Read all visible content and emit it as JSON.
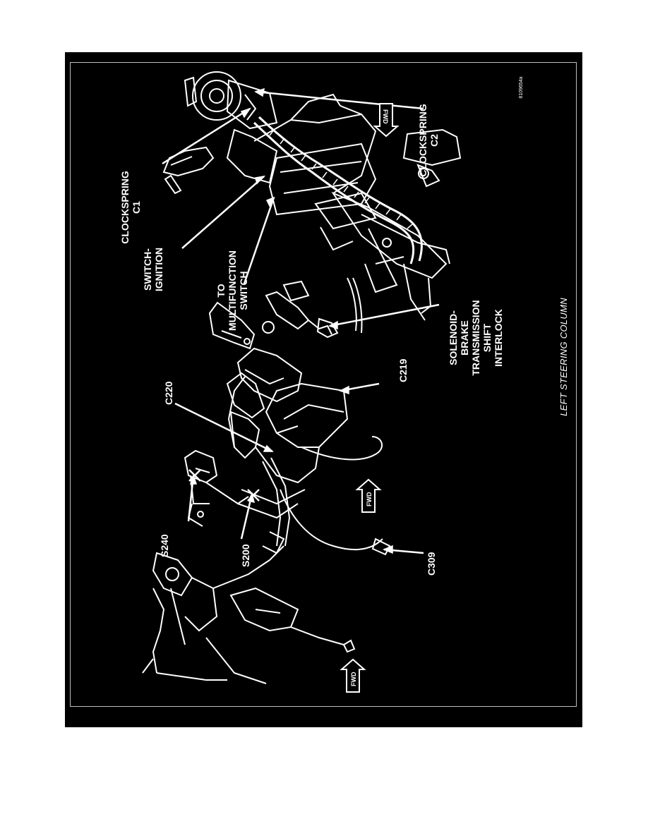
{
  "diagram": {
    "caption": "LEFT STEERING COLUMN",
    "figure_id": "8109654a",
    "labels": {
      "clockspring_c2": [
        "CLOCKSPRING",
        "C2"
      ],
      "clockspring_c1": [
        "CLOCKSPRING",
        "C1"
      ],
      "switch_ignition": [
        "SWITCH-",
        "IGNITION"
      ],
      "to_multifunction_switch": [
        "TO",
        "MULTIFUNCTION",
        "SWITCH"
      ],
      "solenoid_brake": [
        "SOLENOID-",
        "BRAKE",
        "TRANSMISSION",
        "SHIFT",
        "INTERLOCK"
      ],
      "c220": "C220",
      "c219": "C219",
      "s240": "S240",
      "s200": "S200",
      "c309": "C309"
    },
    "fwd_arrows": [
      "FWD",
      "FWD",
      "FWD"
    ]
  },
  "colors": {
    "background": "#000000",
    "ink": "#ffffff",
    "page": "#ffffff"
  }
}
